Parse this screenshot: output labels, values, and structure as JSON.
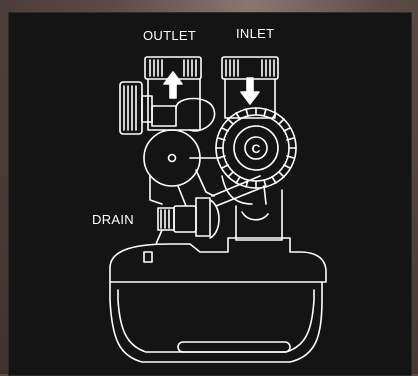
{
  "labels": {
    "outlet": "OUTLET",
    "inlet": "INLET",
    "drain": "DRAIN",
    "knob_letter": "C"
  },
  "colors": {
    "panel_background": "#141414",
    "line_color": "#ffffff",
    "frame_background": "#5a4a44"
  },
  "icons": {
    "outlet_arrow": "arrow-up-icon",
    "inlet_arrow": "arrow-down-icon"
  }
}
